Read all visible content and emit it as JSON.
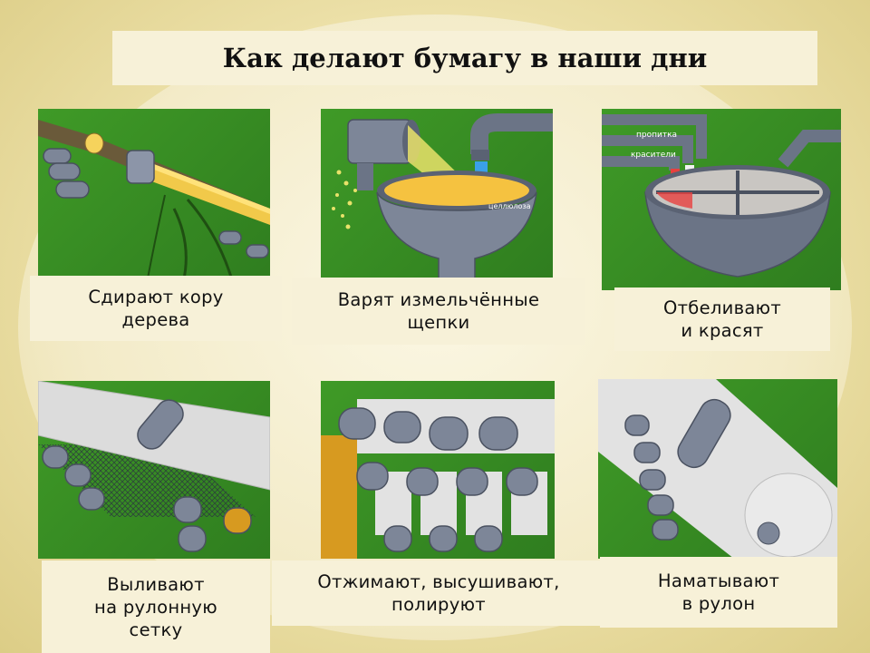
{
  "title": "Как делают бумагу в наши дни",
  "steps": [
    {
      "caption": "Сдирают кору\nдерева"
    },
    {
      "caption": "Варят измельчённые\nщепки",
      "label": "целлюлоза"
    },
    {
      "caption": "Отбеливают\nи красят",
      "label_1": "пропитка",
      "label_2": "красители"
    },
    {
      "caption": "Выливают\nна рулонную\nсетку"
    },
    {
      "caption": "Отжимают, высушивают,\nполируют"
    },
    {
      "caption": "Наматывают\nв рулон"
    }
  ]
}
